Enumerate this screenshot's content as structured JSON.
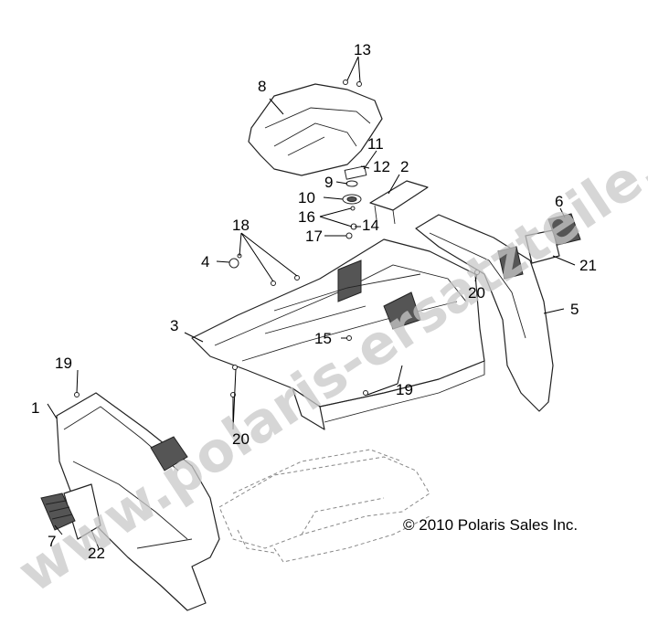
{
  "watermark": "www.polaris-ersatzteile.de",
  "copyright": "© 2010 Polaris Sales Inc.",
  "callouts": {
    "c1": "1",
    "c2": "2",
    "c3": "3",
    "c4": "4",
    "c5": "5",
    "c6": "6",
    "c7": "7",
    "c8": "8",
    "c9": "9",
    "c10": "10",
    "c11": "11",
    "c12": "12",
    "c13": "13",
    "c14": "14",
    "c15": "15",
    "c16": "16",
    "c17": "17",
    "c18": "18",
    "c19a": "19",
    "c19b": "19",
    "c20a": "20",
    "c20b": "20",
    "c21": "21",
    "c22": "22"
  },
  "colors": {
    "line": "#222222",
    "watermark": "#c8c8c8",
    "grey_part": "#8a8a8a"
  }
}
